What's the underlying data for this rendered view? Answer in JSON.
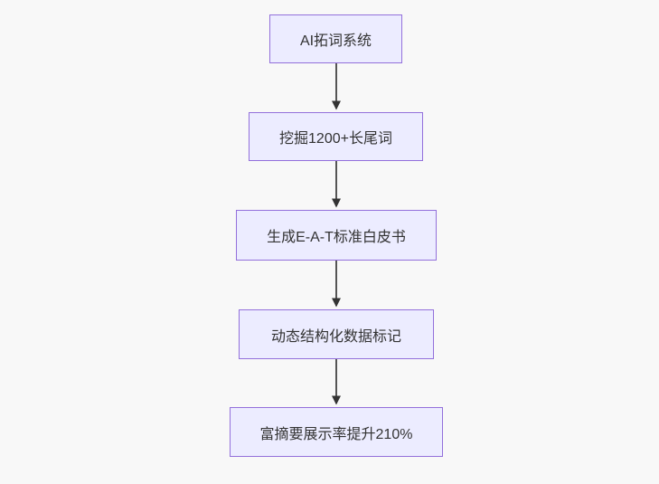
{
  "diagram": {
    "type": "flowchart-vertical",
    "background_color": "#f8f8f8",
    "node_fill_color": "#ECECFF",
    "node_border_color": "#9370DB",
    "edge_line_color": "#555555",
    "arrowhead_color": "#333333",
    "text_color": "#333333",
    "nodes": [
      {
        "label": "AI拓词系统"
      },
      {
        "label": "挖掘1200+长尾词"
      },
      {
        "label": "生成E-A-T标准白皮书"
      },
      {
        "label": "动态结构化数据标记"
      },
      {
        "label": "富摘要展示率提升210%"
      }
    ],
    "edges": [
      {
        "from": "AI拓词系统",
        "to": "挖掘1200+长尾词"
      },
      {
        "from": "挖掘1200+长尾词",
        "to": "生成E-A-T标准白皮书"
      },
      {
        "from": "生成E-A-T标准白皮书",
        "to": "动态结构化数据标记"
      },
      {
        "from": "动态结构化数据标记",
        "to": "富摘要展示率提升210%"
      }
    ]
  }
}
